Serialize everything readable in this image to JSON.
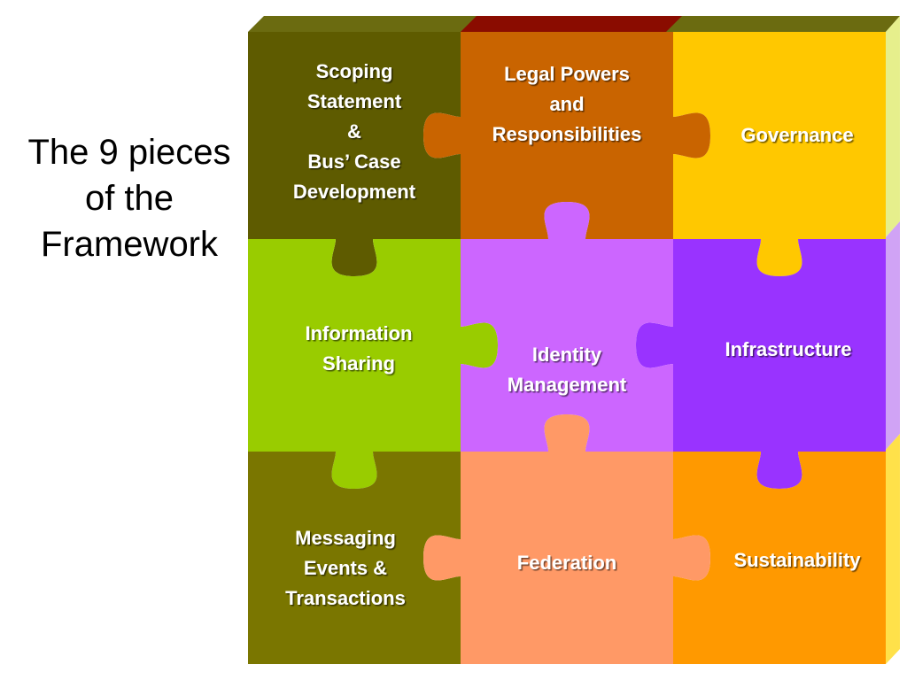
{
  "title": {
    "lines": [
      "The 9 pieces",
      "of the",
      "Framework"
    ]
  },
  "pieces": [
    {
      "id": "scoping",
      "color": "#5e5b00",
      "lines": [
        "Scoping",
        "Statement",
        "&",
        "Bus’ Case",
        "Development"
      ]
    },
    {
      "id": "legal",
      "color": "#c96400",
      "lines": [
        "Legal Powers",
        "and",
        "Responsibilities"
      ]
    },
    {
      "id": "governance",
      "color": "#ffc800",
      "lines": [
        "Governance"
      ]
    },
    {
      "id": "information-sharing",
      "color": "#99cc00",
      "lines": [
        "Information",
        "Sharing"
      ]
    },
    {
      "id": "identity",
      "color": "#cc66ff",
      "lines": [
        "Identity",
        "Management"
      ]
    },
    {
      "id": "infrastructure",
      "color": "#9933ff",
      "lines": [
        "Infrastructure"
      ]
    },
    {
      "id": "messaging",
      "color": "#7a7600",
      "lines": [
        "Messaging",
        "Events &",
        "Transactions"
      ]
    },
    {
      "id": "federation",
      "color": "#ff9966",
      "lines": [
        "Federation"
      ]
    },
    {
      "id": "sustainability",
      "color": "#ff9900",
      "lines": [
        "Sustainability"
      ]
    }
  ]
}
